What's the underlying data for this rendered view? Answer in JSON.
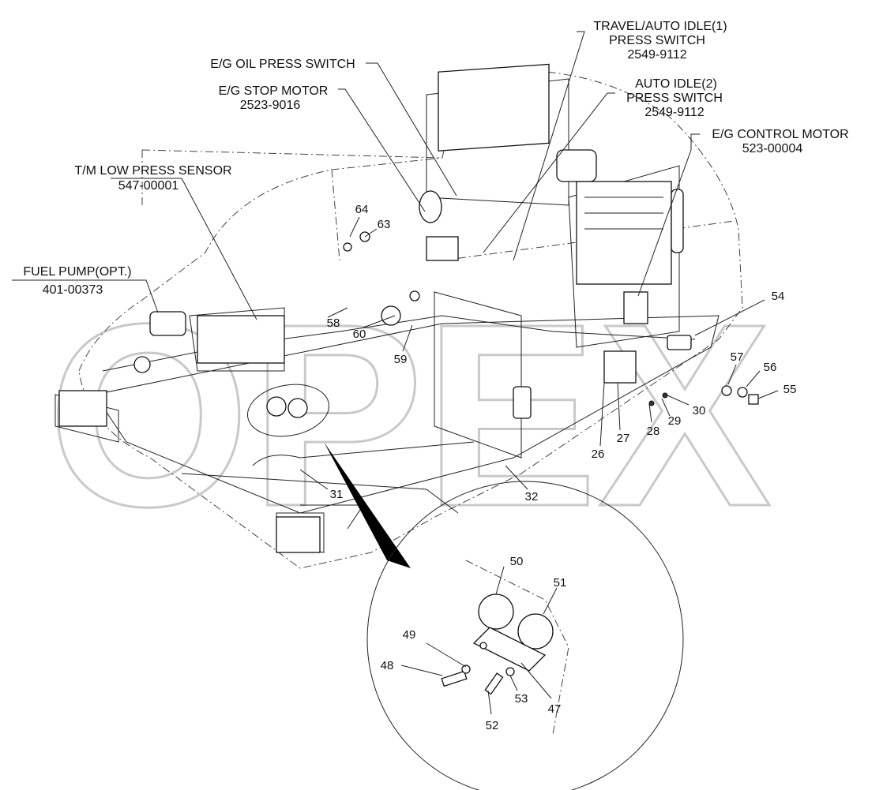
{
  "watermark": "OPEX",
  "components": {
    "travel_auto_idle_1": {
      "line1": "TRAVEL/AUTO IDLE(1)",
      "line2": "PRESS SWITCH",
      "part_no": "2549-9112"
    },
    "eg_oil_press_switch": {
      "line1": "E/G OIL PRESS SWITCH"
    },
    "eg_stop_motor": {
      "line1": "E/G STOP MOTOR",
      "part_no": "2523-9016"
    },
    "auto_idle_2": {
      "line1": "AUTO IDLE(2)",
      "line2": "PRESS SWITCH",
      "part_no": "2549-9112"
    },
    "eg_control_motor": {
      "line1": "E/G CONTROL MOTOR",
      "part_no": "523-00004"
    },
    "tm_low_press_sensor": {
      "line1": "T/M LOW PRESS SENSOR",
      "part_no": "547-00001"
    },
    "fuel_pump": {
      "line1": "FUEL PUMP(OPT.)",
      "part_no": "401-00373"
    }
  },
  "callouts": {
    "c64": "64",
    "c63": "63",
    "c58": "58",
    "c60": "60",
    "c59": "59",
    "c54": "54",
    "c57": "57",
    "c56": "56",
    "c55": "55",
    "c30": "30",
    "c29": "29",
    "c28": "28",
    "c27": "27",
    "c26": "26",
    "c31": "31",
    "c32": "32",
    "c50": "50",
    "c51": "51",
    "c49": "49",
    "c48": "48",
    "c53": "53",
    "c52": "52",
    "c47": "47"
  }
}
